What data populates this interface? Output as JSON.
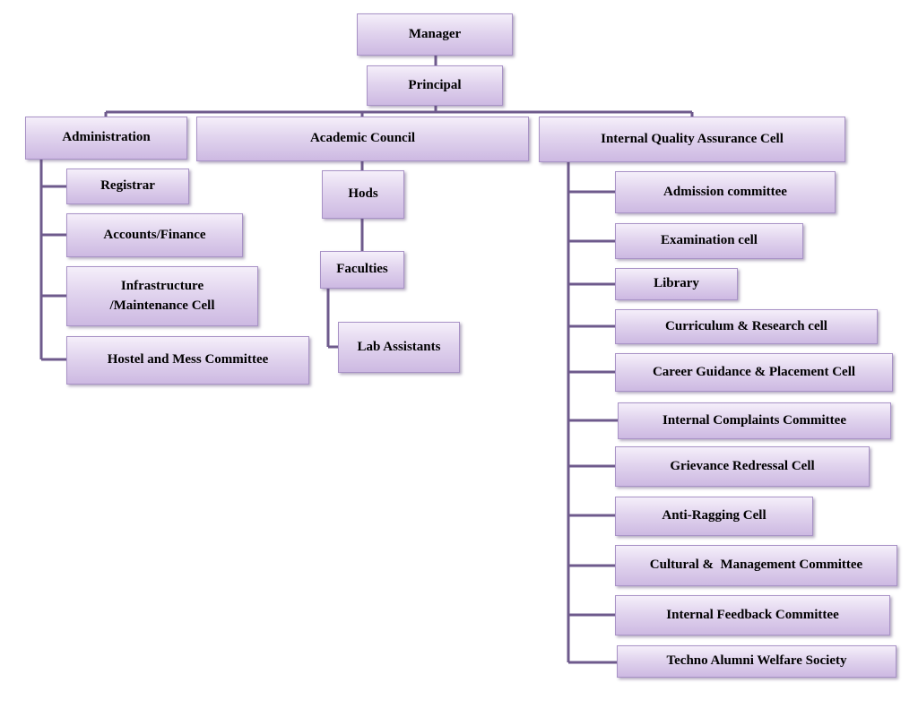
{
  "colors": {
    "connector": "#6e5a8c",
    "box_border": "#a892c6"
  },
  "nodes": {
    "manager": "Manager",
    "principal": "Principal",
    "administration": "Administration",
    "academic_council": "Academic Council",
    "iqac": "Internal Quality Assurance Cell",
    "registrar": "Registrar",
    "accounts": "Accounts/Finance",
    "infrastructure_line1": "Infrastructure",
    "infrastructure_line2": "/Maintenance Cell",
    "hostel": "Hostel and Mess Committee",
    "hods": "Hods",
    "faculties": "Faculties",
    "lab_assistants": "Lab Assistants",
    "iqac_items": [
      "Admission committee",
      "Examination cell",
      "Library",
      "Curriculum & Research cell",
      "Career Guidance & Placement Cell",
      "Internal Complaints Committee",
      "Grievance Redressal Cell",
      "Anti-Ragging Cell",
      "Cultural &  Management Committee",
      "Internal Feedback Committee",
      "Techno Alumni Welfare Society"
    ]
  }
}
